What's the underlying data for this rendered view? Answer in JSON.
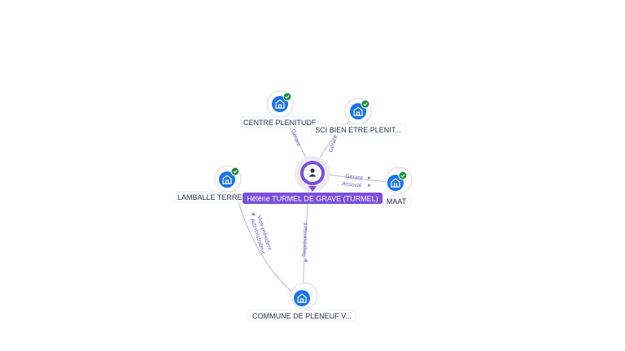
{
  "graph": {
    "center": {
      "name": "Hélène TURMEL DE GRAVE (TURMEL)",
      "icon": "person-icon",
      "accent": "#7b4fe0"
    },
    "companies": [
      {
        "key": "centre",
        "name": "CENTRE PLENITUDE",
        "icon": "building-icon",
        "status": "active-check",
        "edge": [
          "Gérant"
        ]
      },
      {
        "key": "sci",
        "name": "SCI BIEN ETRE PLENIT...",
        "icon": "building-icon",
        "status": "active-check",
        "edge": [
          "Gérant"
        ]
      },
      {
        "key": "maat",
        "name": "MAAT",
        "icon": "building-icon",
        "status": "active-check",
        "edge": [
          "Gérant",
          "Associé"
        ]
      },
      {
        "key": "lamballe",
        "name": "LAMBALLE TERRE...",
        "icon": "building-icon",
        "status": "active-check",
        "edge": []
      },
      {
        "key": "commune",
        "name": "COMMUNE DE PLENEUF V...",
        "icon": "building-icon",
        "status": "",
        "edge": [
          "Représentant"
        ]
      }
    ],
    "secondary_edge": {
      "from": "lamballe",
      "to": "commune",
      "labels": [
        "Vice-président",
        "Administrateur"
      ]
    },
    "colors": {
      "node_blue": "#1a73e8",
      "check_green": "#1e8e3e",
      "edge_line": "#b8bcc8",
      "edge_text": "#6d5bd0"
    }
  }
}
